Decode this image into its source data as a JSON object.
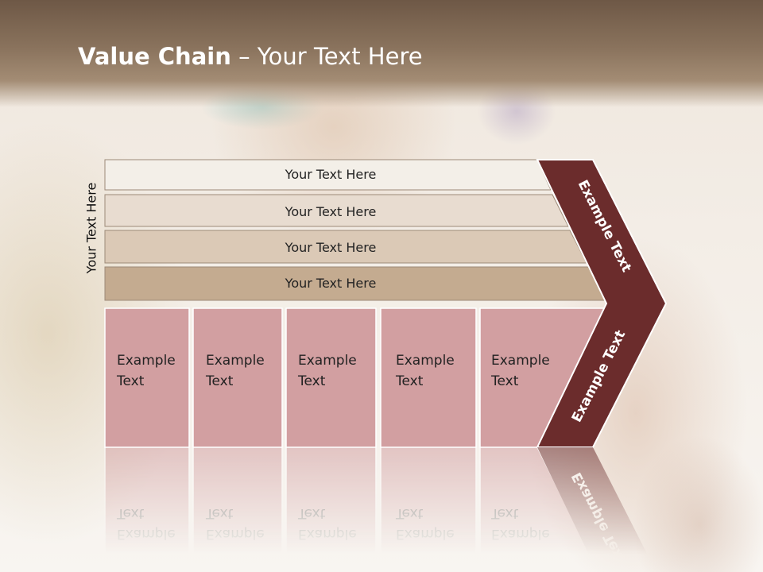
{
  "slide": {
    "title_bold": "Value Chain",
    "title_rest": " – Your Text Here"
  },
  "side_label": "Your Text Here",
  "bars": [
    {
      "label": "Your Text Here",
      "color": "#f3efe8"
    },
    {
      "label": "Your Text Here",
      "color": "#e8dcd0"
    },
    {
      "label": "Your Text Here",
      "color": "#dbc9b6"
    },
    {
      "label": "Your Text Here",
      "color": "#c4ab90"
    }
  ],
  "boxes": [
    {
      "line1": "Example",
      "line2": "Text"
    },
    {
      "line1": "Example",
      "line2": "Text"
    },
    {
      "line1": "Example",
      "line2": "Text"
    },
    {
      "line1": "Example",
      "line2": "Text"
    },
    {
      "line1": "Example",
      "line2": "Text"
    }
  ],
  "arrow": {
    "top_label": "Example Text",
    "bottom_label": "Example Text"
  },
  "colors": {
    "box_fill": "#d29fa1",
    "arrow_fill": "#6b2c2c",
    "header": "#7a6350"
  }
}
